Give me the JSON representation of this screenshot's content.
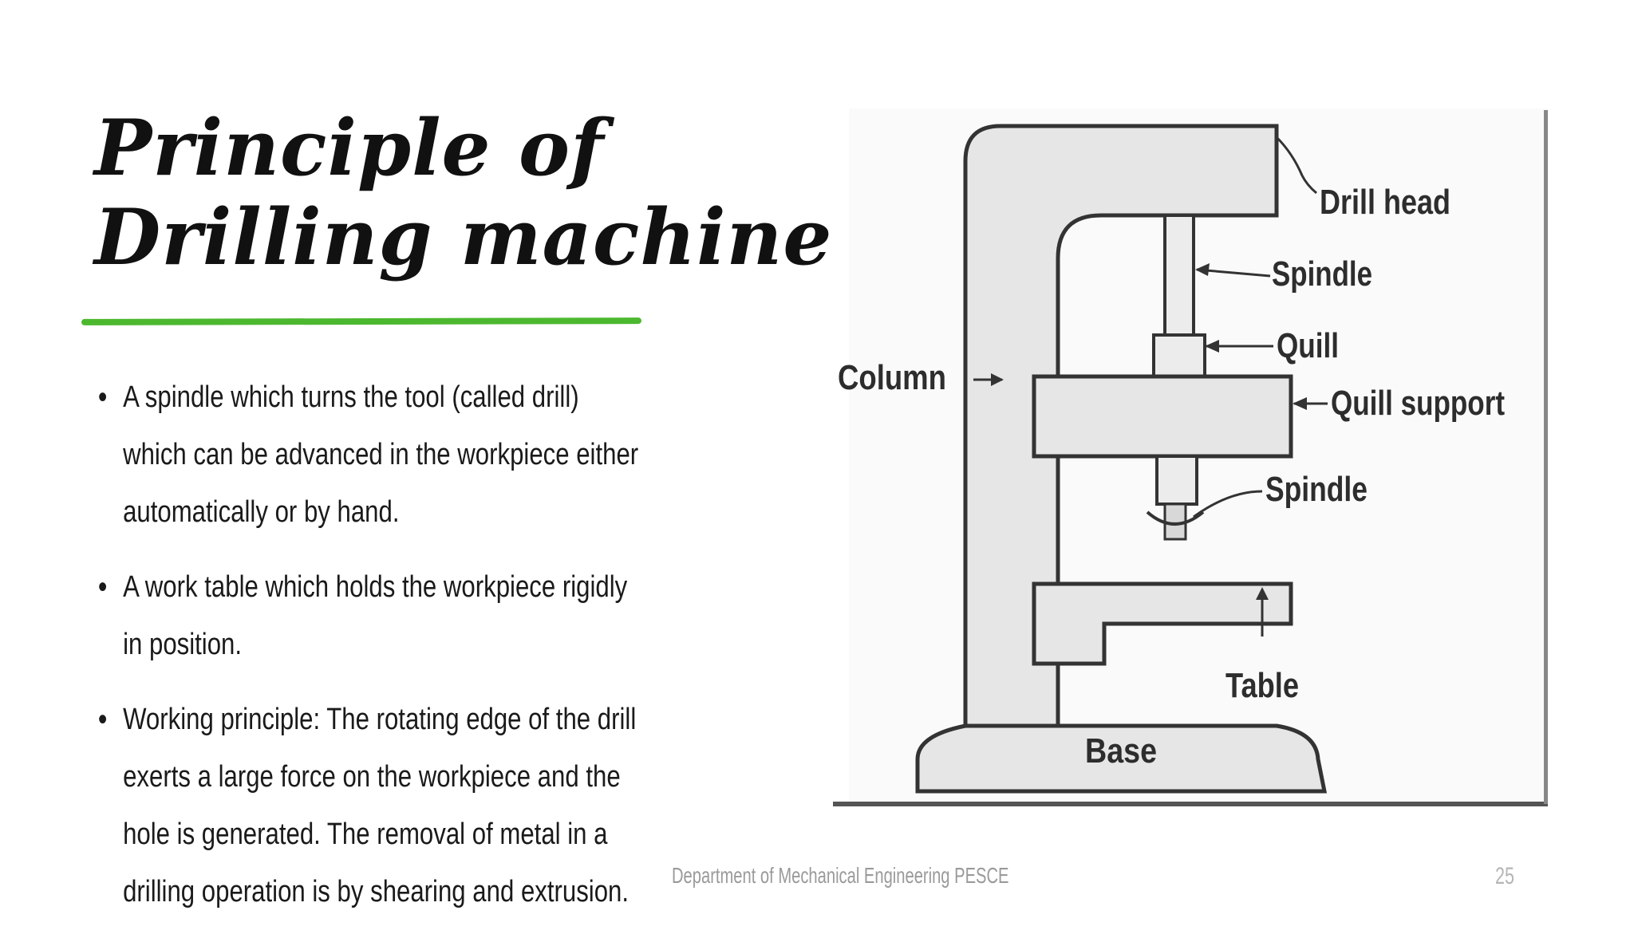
{
  "title": {
    "line1": "Principle of",
    "line2": "Drilling machine"
  },
  "bullets": [
    {
      "text": " A spindle which turns the tool (called drill) which can be advanced in the workpiece either automatically or by hand."
    },
    {
      "text": "A work table which holds the workpiece rigidly in position."
    },
    {
      "text": "Working principle: The rotating edge of the drill exerts a large force on the workpiece and the hole is generated. The removal of metal in a drilling operation is by shearing and extrusion."
    }
  ],
  "diagram": {
    "labels": {
      "drill_head": "Drill head",
      "spindle_top": "Spindle",
      "quill": "Quill",
      "column": "Column",
      "quill_support": "Quill support",
      "spindle_bottom": "Spindle",
      "table": "Table",
      "base": "Base"
    }
  },
  "footer": {
    "department": "Department of Mechanical Engineering PESCE",
    "page": "25"
  },
  "colors": {
    "accent_underline": "#4cb82f",
    "text": "#1a1a1a",
    "machine_fill": "#e6e6e6"
  }
}
